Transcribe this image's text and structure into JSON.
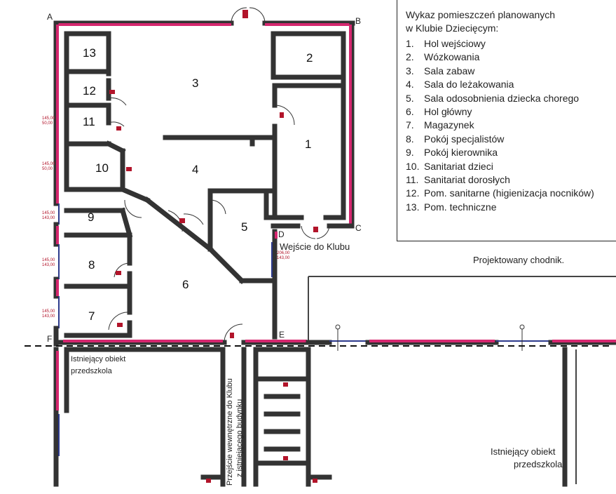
{
  "legend": {
    "title_line1": "Wykaz pomieszczeń planowanych",
    "title_line2": "w Klubie Dziecięcym:",
    "items": [
      {
        "num": "1.",
        "label": "Hol wejściowy"
      },
      {
        "num": "2.",
        "label": "Wózkowania"
      },
      {
        "num": "3.",
        "label": "Sala zabaw"
      },
      {
        "num": "4.",
        "label": "Sala do leżakowania"
      },
      {
        "num": "5.",
        "label": "Sala odosobnienia dziecka chorego"
      },
      {
        "num": "6.",
        "label": "Hol główny"
      },
      {
        "num": "7.",
        "label": "Magazynek"
      },
      {
        "num": "8.",
        "label": "Pokój specjalistów"
      },
      {
        "num": "9.",
        "label": "Pokój kierownika"
      },
      {
        "num": "10.",
        "label": "Sanitariat dzieci"
      },
      {
        "num": "11.",
        "label": "Sanitariat dorosłych"
      },
      {
        "num": "12.",
        "label": "Pom. sanitarne (higienizacja nocników)"
      },
      {
        "num": "13.",
        "label": "Pom. techniczne"
      }
    ]
  },
  "plan": {
    "corners": {
      "a": "A",
      "b": "B",
      "c": "C",
      "d": "D",
      "e": "E",
      "f": "F"
    },
    "room_numbers": {
      "r1": "1",
      "r2": "2",
      "r3": "3",
      "r4": "4",
      "r5": "5",
      "r6": "6",
      "r7": "7",
      "r8": "8",
      "r9": "9",
      "r10": "10",
      "r11": "11",
      "r12": "12",
      "r13": "13"
    },
    "entrance_label": "Wejście do Klubu",
    "sidewalk_label": "Projektowany chodnik.",
    "existing_left_line1": "Istniejący obiekt",
    "existing_left_line2": "przedszkola",
    "existing_right_line1": "Istniejący obiekt",
    "existing_right_line2": "przedszkola",
    "passage_line1": "Przejście wewnętrzne do Klubu",
    "passage_line2": "z istniejącego budynku"
  },
  "colors": {
    "wall_accent": "#d6276f",
    "wall": "#333333",
    "window": "#2d3a8c",
    "marker": "#b2142a"
  }
}
